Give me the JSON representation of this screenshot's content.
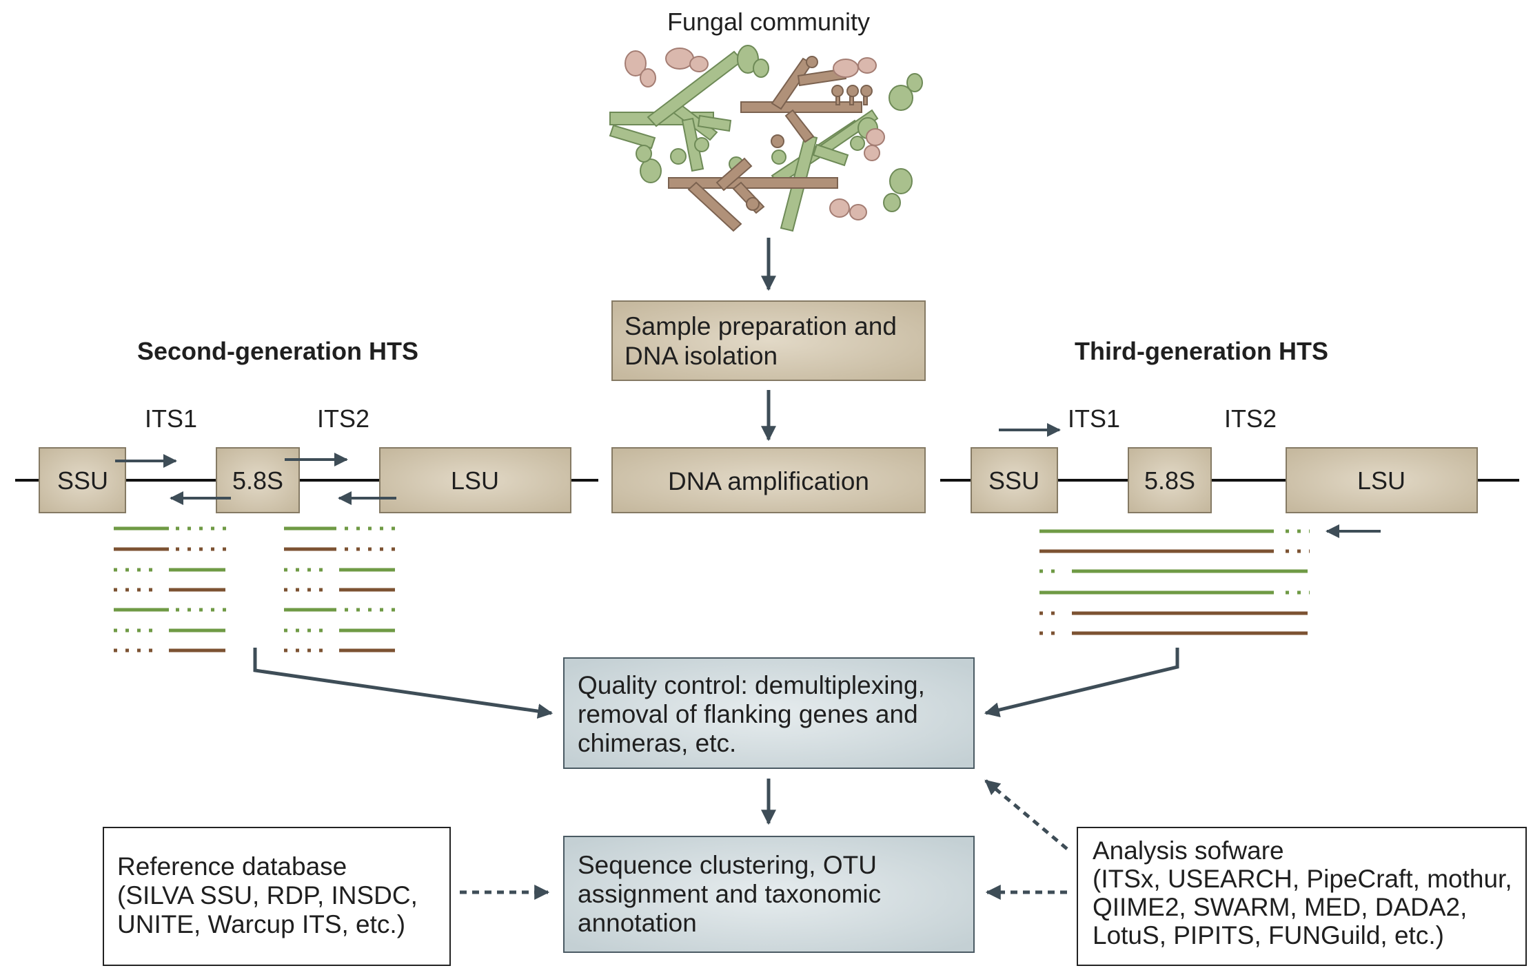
{
  "title": "Fungal community",
  "steps": {
    "sample_prep": [
      "Sample preparation and",
      "DNA isolation"
    ],
    "amplification": "DNA amplification",
    "quality_control": [
      "Quality control: demultiplexing,",
      "removal of flanking genes and",
      "chimeras, etc."
    ],
    "clustering": [
      "Sequence clustering, OTU",
      "assignment and taxonomic",
      "annotation"
    ]
  },
  "second_gen": {
    "heading": "Second-generation HTS",
    "regions": [
      "ITS1",
      "ITS2"
    ],
    "genes": [
      "SSU",
      "5.8S",
      "LSU"
    ]
  },
  "third_gen": {
    "heading": "Third-generation HTS",
    "regions": [
      "ITS1",
      "ITS2"
    ],
    "genes": [
      "SSU",
      "5.8S",
      "LSU"
    ]
  },
  "reference_db": [
    "Reference database",
    "(SILVA SSU, RDP, INSDC,",
    "UNITE, Warcup ITS, etc.)"
  ],
  "analysis_software": [
    "Analysis sofware",
    "(ITSx, USEARCH, PipeCraft, mothur,",
    "QIIME2, SWARM, MED, DADA2,",
    "LotuS, PIPITS, FUNGuild, etc.)"
  ],
  "colors": {
    "tan_box": "#cbbfa8",
    "tan_border": "#857a64",
    "blue_box": "#cfd9dc",
    "arrow": "#3e4d57",
    "green": "#6f9a45",
    "brown": "#7c5232",
    "fungus_green": "#a9c08d",
    "fungus_brown": "#b09179",
    "spore_pink": "#dab8ad"
  }
}
